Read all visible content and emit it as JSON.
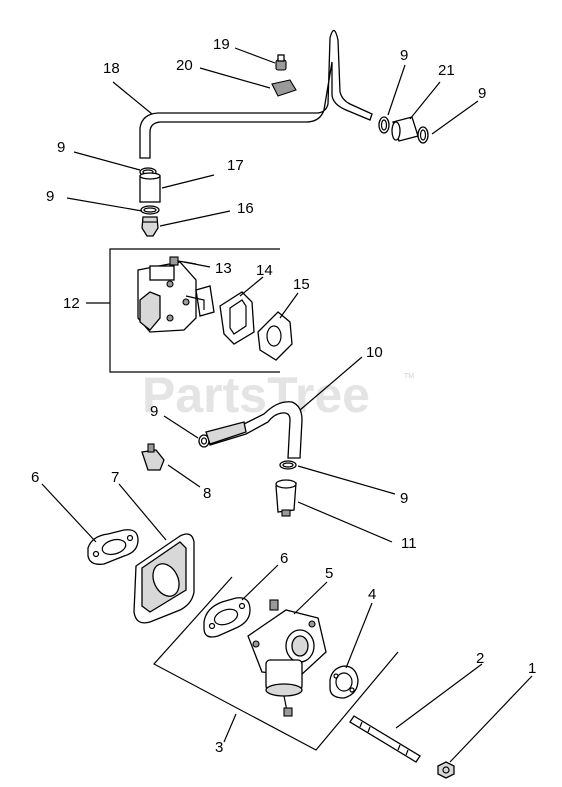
{
  "watermark": {
    "text": "PartsTree",
    "trademark": "TM"
  },
  "callouts": {
    "c1": "1",
    "c2": "2",
    "c3": "3",
    "c4": "4",
    "c5": "5",
    "c6a": "6",
    "c6b": "6",
    "c7": "7",
    "c8": "8",
    "c9a": "9",
    "c9b": "9",
    "c9c": "9",
    "c9d": "9",
    "c9e": "9",
    "c9f": "9",
    "c10": "10",
    "c11": "11",
    "c12": "12",
    "c13": "13",
    "c14": "14",
    "c15": "15",
    "c16": "16",
    "c17": "17",
    "c18": "18",
    "c19": "19",
    "c20": "20",
    "c21": "21"
  }
}
